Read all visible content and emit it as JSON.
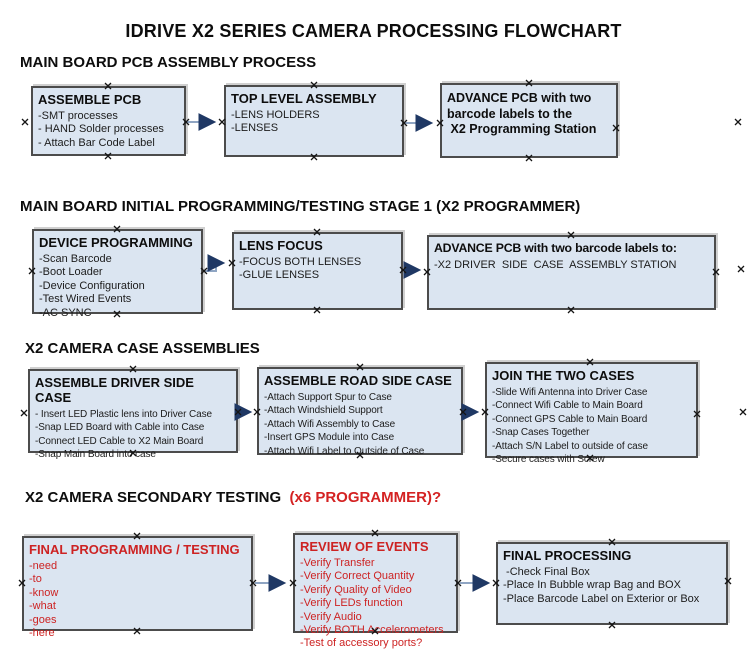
{
  "page": {
    "title": "IDRIVE X2  SERIES CAMERA PROCESSING FLOWCHART"
  },
  "colors": {
    "box_fill": "#dbe5f1",
    "box_border": "#4c4c4c",
    "red_text": "#cd2323",
    "arrow_line": "#8fa5c3",
    "arrow_head": "#1f3864",
    "text": "#111111",
    "background": "#ffffff"
  },
  "icons": {
    "anchor_mark": "×",
    "arrowhead": "►"
  },
  "sections": [
    {
      "header": "MAIN BOARD PCB ASSEMBLY PROCESS",
      "boxes": [
        {
          "title": "ASSEMBLE PCB",
          "items": [
            "-SMT processes",
            "- HAND Solder processes",
            "- Attach Bar Code Label"
          ]
        },
        {
          "title": "TOP LEVEL ASSEMBLY",
          "items": [
            "-LENS HOLDERS",
            "-LENSES"
          ]
        },
        {
          "title": "ADVANCE PCB with two\nbarcode labels to the\n X2 Programming Station",
          "items": []
        }
      ]
    },
    {
      "header": "MAIN BOARD INITIAL PROGRAMMING/TESTING STAGE 1 (X2 PROGRAMMER)",
      "boxes": [
        {
          "title": "DEVICE PROGRAMMING",
          "items": [
            "-Scan Barcode",
            "-Boot Loader",
            "-Device Configuration",
            "-Test Wired Events",
            "-AC SYNC"
          ]
        },
        {
          "title": "LENS FOCUS",
          "items": [
            "-FOCUS BOTH LENSES",
            "-GLUE LENSES"
          ]
        },
        {
          "title": "ADVANCE PCB with two barcode labels to:",
          "items": [
            "-X2 DRIVER  SIDE  CASE  ASSEMBLY STATION"
          ]
        }
      ]
    },
    {
      "header": "X2 CAMERA CASE ASSEMBLIES",
      "boxes": [
        {
          "title": "ASSEMBLE DRIVER SIDE CASE",
          "items": [
            "- Insert LED Plastic lens into Driver Case",
            "-Snap LED Board with Cable into Case",
            "-Connect LED Cable to X2 Main Board",
            "-Snap Main Board into case"
          ]
        },
        {
          "title": "ASSEMBLE ROAD SIDE CASE",
          "items": [
            "-Attach Support Spur to Case",
            "-Attach Windshield Support",
            "-Attach Wifi Assembly to Case",
            "-Insert GPS Module into Case",
            "-Attach Wifi Label to Outside of Case"
          ]
        },
        {
          "title": "JOIN THE TWO CASES",
          "items": [
            "-Slide Wifi Antenna into Driver Case",
            "-Connect Wifi Cable to Main Board",
            "-Connect GPS Cable to Main Board",
            "-Snap Cases Together",
            "-Attach S/N Label to outside of case",
            "-Secure cases with Screw"
          ]
        }
      ]
    },
    {
      "header": "X2 CAMERA SECONDARY TESTING ",
      "header_red": " (x6 PROGRAMMER)?",
      "boxes": [
        {
          "title": "FINAL PROGRAMMING / TESTING",
          "items": [
            "-need",
            "-to",
            "-know",
            "-what",
            "-goes",
            "-here"
          ]
        },
        {
          "title": "REVIEW OF EVENTS",
          "items": [
            "-Verify Transfer",
            "-Verify Correct Quantity",
            "-Verify Quality of Video",
            "-Verify LEDs function",
            "-Verify Audio",
            "-Verify BOTH Accelerometers",
            "-Test of accessory ports?"
          ]
        },
        {
          "title": "FINAL PROCESSING",
          "items": [
            " -Check Final Box",
            "-Place In Bubble wrap Bag and BOX",
            "-Place Barcode Label on Exterior or Box"
          ]
        }
      ]
    }
  ]
}
